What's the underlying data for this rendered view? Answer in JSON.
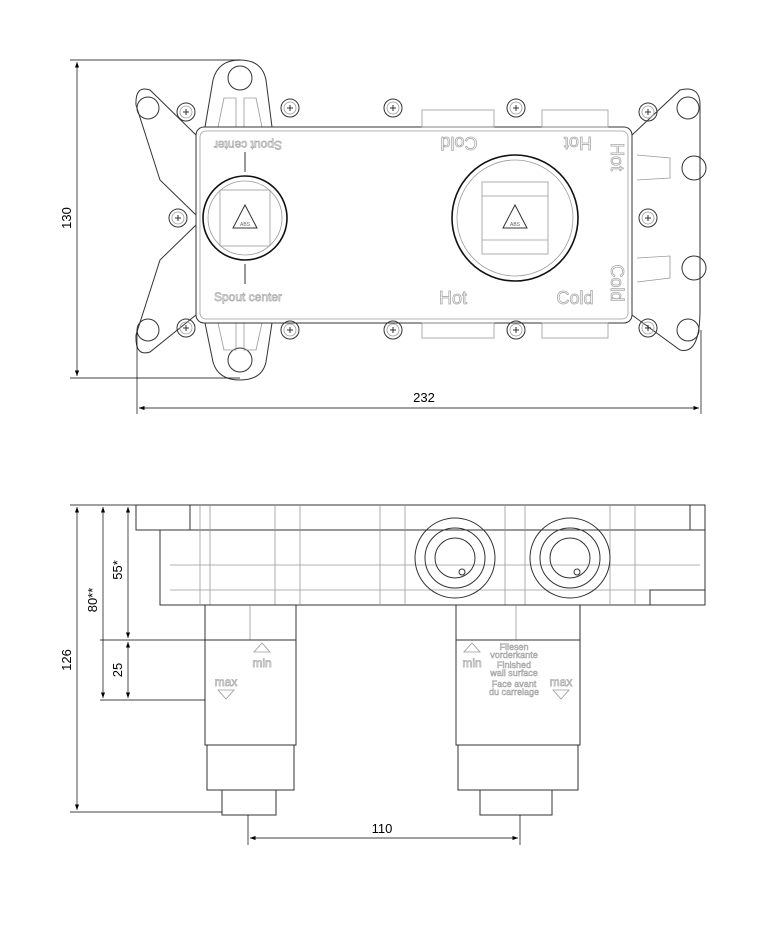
{
  "top_view": {
    "dimensions": {
      "height": "130",
      "width": "232"
    },
    "labels": {
      "spout_center_top": "Spout center",
      "spout_center_bottom": "Spout center",
      "cold_top": "Cold",
      "hot_top": "Hot",
      "hot_vertical": "Hot",
      "cold_vertical": "Cold",
      "hot_bottom": "Hot",
      "cold_bottom": "Cold"
    },
    "recycle_marks": [
      "ABS",
      "ABS"
    ]
  },
  "side_view": {
    "dimensions": {
      "total_height": "126",
      "depth_max": "80**",
      "depth_min": "55*",
      "adjust_range": "25",
      "spacing": "110"
    },
    "left_pipe": {
      "min": "min",
      "max": "max"
    },
    "right_pipe": {
      "min": "min",
      "max": "max",
      "wall_text": [
        "Fliesen",
        "vorderkante",
        "Finished",
        "wall surface",
        "Face avant",
        "du carrelage"
      ]
    }
  }
}
